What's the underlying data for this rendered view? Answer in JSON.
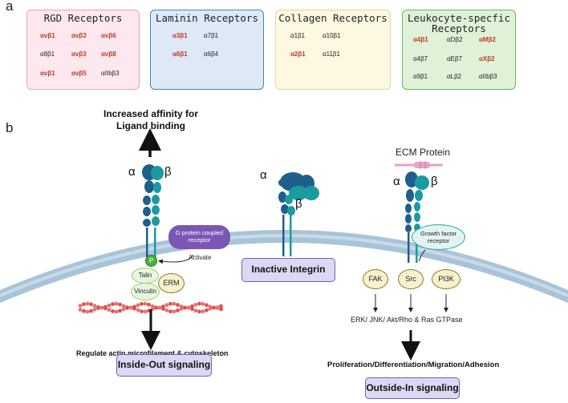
{
  "panel_a_label": "a",
  "panel_b_label": "b",
  "receptor_boxes": [
    {
      "title": "RGD Receptors",
      "cells": [
        [
          "αvβ1",
          "αvβ3",
          "αvβ6"
        ],
        [
          "α8β1",
          "αvβ3",
          "αvβ8"
        ],
        [
          "αvβ1",
          "αvβ5",
          "αIIbβ3"
        ]
      ],
      "red": [
        [
          1,
          1,
          1
        ],
        [
          0,
          1,
          1
        ],
        [
          1,
          1,
          0
        ]
      ]
    },
    {
      "title": "Laminin Receptors",
      "cells": [
        [
          "α3β1",
          "α7β1"
        ],
        [
          "α6β1",
          "α6β4"
        ]
      ],
      "red": [
        [
          1,
          0
        ],
        [
          1,
          0
        ]
      ]
    },
    {
      "title": "Collagen Receptors",
      "cells": [
        [
          "α1β1",
          "α10β1"
        ],
        [
          "α2β1",
          "α11β1"
        ]
      ],
      "red": [
        [
          0,
          0
        ],
        [
          1,
          0
        ]
      ]
    },
    {
      "title": "Leukocyte-specfic Receptors",
      "cells": [
        [
          "α4β1",
          "αDβ2",
          "αMβ2"
        ],
        [
          "α4β7",
          "αEβ7",
          "αXβ2"
        ],
        [
          "α9β1",
          "αLβ2",
          "αIIbβ3"
        ]
      ],
      "red": [
        [
          1,
          0,
          1
        ],
        [
          0,
          0,
          1
        ],
        [
          0,
          0,
          0
        ]
      ]
    }
  ],
  "labels": {
    "increased_affinity": "Increased affinity for Ligand binding",
    "alpha": "α",
    "beta": "β",
    "g_protein": "G protein coupled receptor",
    "activate": "Activate",
    "p": "P",
    "talin": "Talin",
    "erm": "ERM",
    "vinculin": "Vinculin",
    "regulate_actin": "Regulate actin microfilament & cytoskeleton",
    "inside_out": "Inside-Out signaling",
    "inactive": "Inactive Integrin",
    "ecm_protein": "ECM Protein",
    "growth_factor": "Growth factor receptor",
    "fak": "FAK",
    "src": "Src",
    "pi3k": "PI3K",
    "erk_line": "ERK/ JNK/ Akt/Rho & Ras GTPase",
    "proliferation": "Proliferation/Differentiation/Migration/Adhesion",
    "outside_in": "Outside-In signaling"
  },
  "colors": {
    "rgd_bg": "#fde8ef",
    "rgd_border": "#e8a4b8",
    "laminin_bg": "#dde9f7",
    "laminin_border": "#4a7fc0",
    "collagen_bg": "#fdf8e1",
    "collagen_border": "#e4d89a",
    "leuko_bg": "#dff2d8",
    "leuko_border": "#6bb85c",
    "membrane": "#a9c4d9",
    "integrin_dark": "#1f5f8b",
    "integrin_teal": "#1a9ba0",
    "actin": "#d9534f",
    "red_text": "#c0392b"
  }
}
